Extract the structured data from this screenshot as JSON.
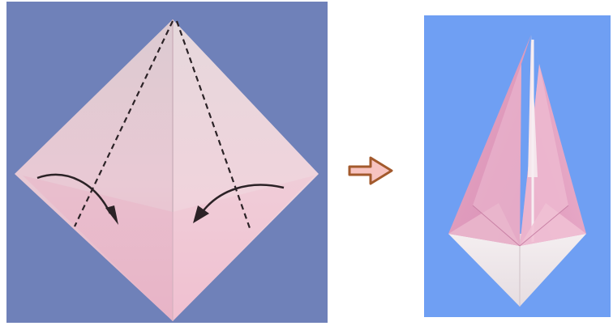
{
  "steps": [
    {
      "name": "step-before",
      "background_color": "#6f81b9",
      "paper_color": "#e6cfd6",
      "paper_pink_color": "#e7b7c8",
      "fold_line_style": "dashed",
      "fold_arrows": [
        "curved-arrow-left-fold",
        "curved-arrow-right-fold"
      ]
    },
    {
      "name": "step-after",
      "background_color": "#6f9ff3",
      "paper_pink_color": "#e59dbf",
      "paper_light_color": "#f2e9ec"
    }
  ],
  "transition_icon": {
    "icon": "right-arrow-icon",
    "fill_color": "#f7c3c0",
    "outline_color": "#a35a2d"
  }
}
